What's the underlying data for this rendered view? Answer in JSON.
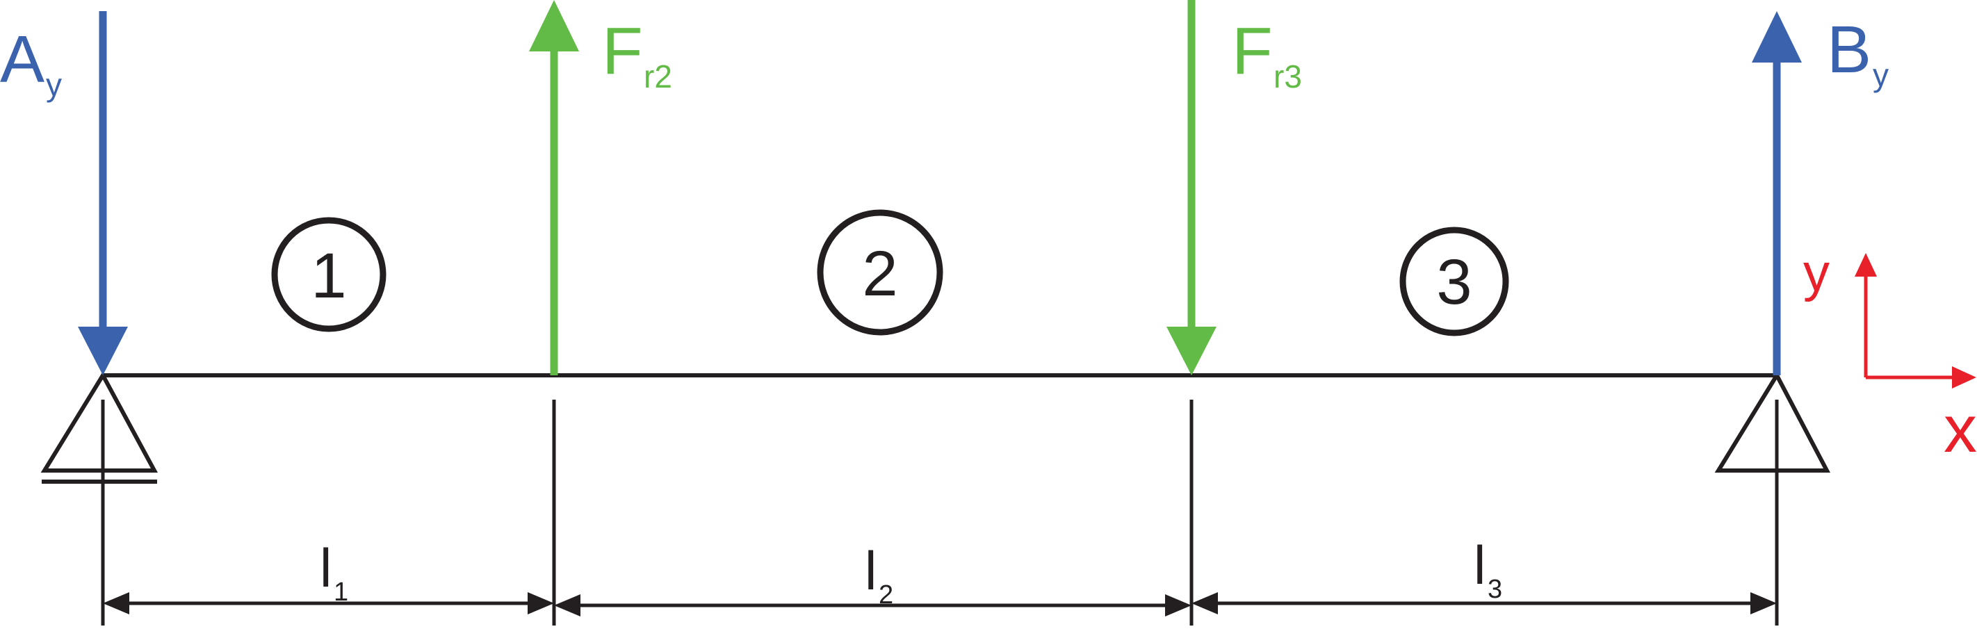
{
  "colors": {
    "beam": "#231f20",
    "reaction": "#3b63ad",
    "force": "#62bb46",
    "axis": "#e8202a"
  },
  "labels": {
    "Ay": {
      "main": "A",
      "sub": "y"
    },
    "Fr2": {
      "main": "F",
      "sub": "r2"
    },
    "Fr3": {
      "main": "F",
      "sub": "r3"
    },
    "By": {
      "main": "B",
      "sub": "y"
    }
  },
  "segments": [
    {
      "number": "1",
      "length": {
        "main": "l",
        "sub": "1"
      }
    },
    {
      "number": "2",
      "length": {
        "main": "l",
        "sub": "2"
      }
    },
    {
      "number": "3",
      "length": {
        "main": "l",
        "sub": "3"
      }
    }
  ],
  "axes": {
    "x": "x",
    "y": "y"
  }
}
